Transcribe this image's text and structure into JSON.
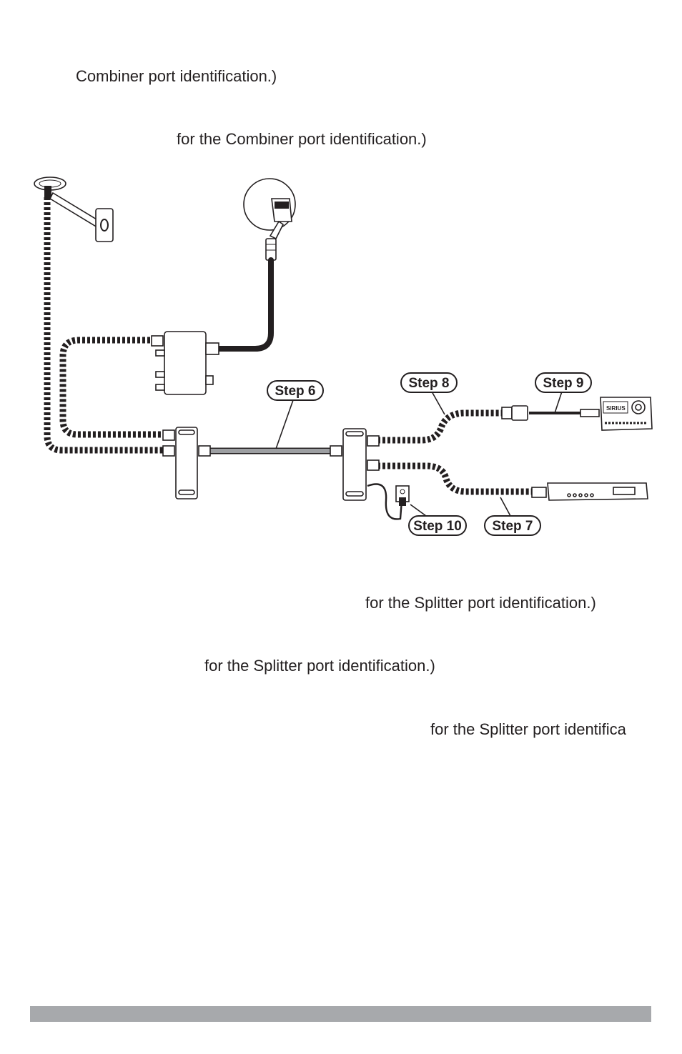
{
  "text_lines": {
    "line1": "Combiner port identification.)",
    "line2": "for the Combiner port identification.)",
    "line3": "for the Splitter port identification.)",
    "line4": "for the Splitter port identification.)",
    "line5": "for the Splitter port identifica"
  },
  "diagram": {
    "steps": {
      "step6": "Step 6",
      "step7": "Step 7",
      "step8": "Step 8",
      "step9": "Step 9",
      "step10": "Step 10"
    },
    "receiver_logo": "SIRIUS"
  },
  "colors": {
    "text": "#231f20",
    "footer_bar": "#a7a9ac",
    "gray_cable": "#9d9fa2"
  }
}
